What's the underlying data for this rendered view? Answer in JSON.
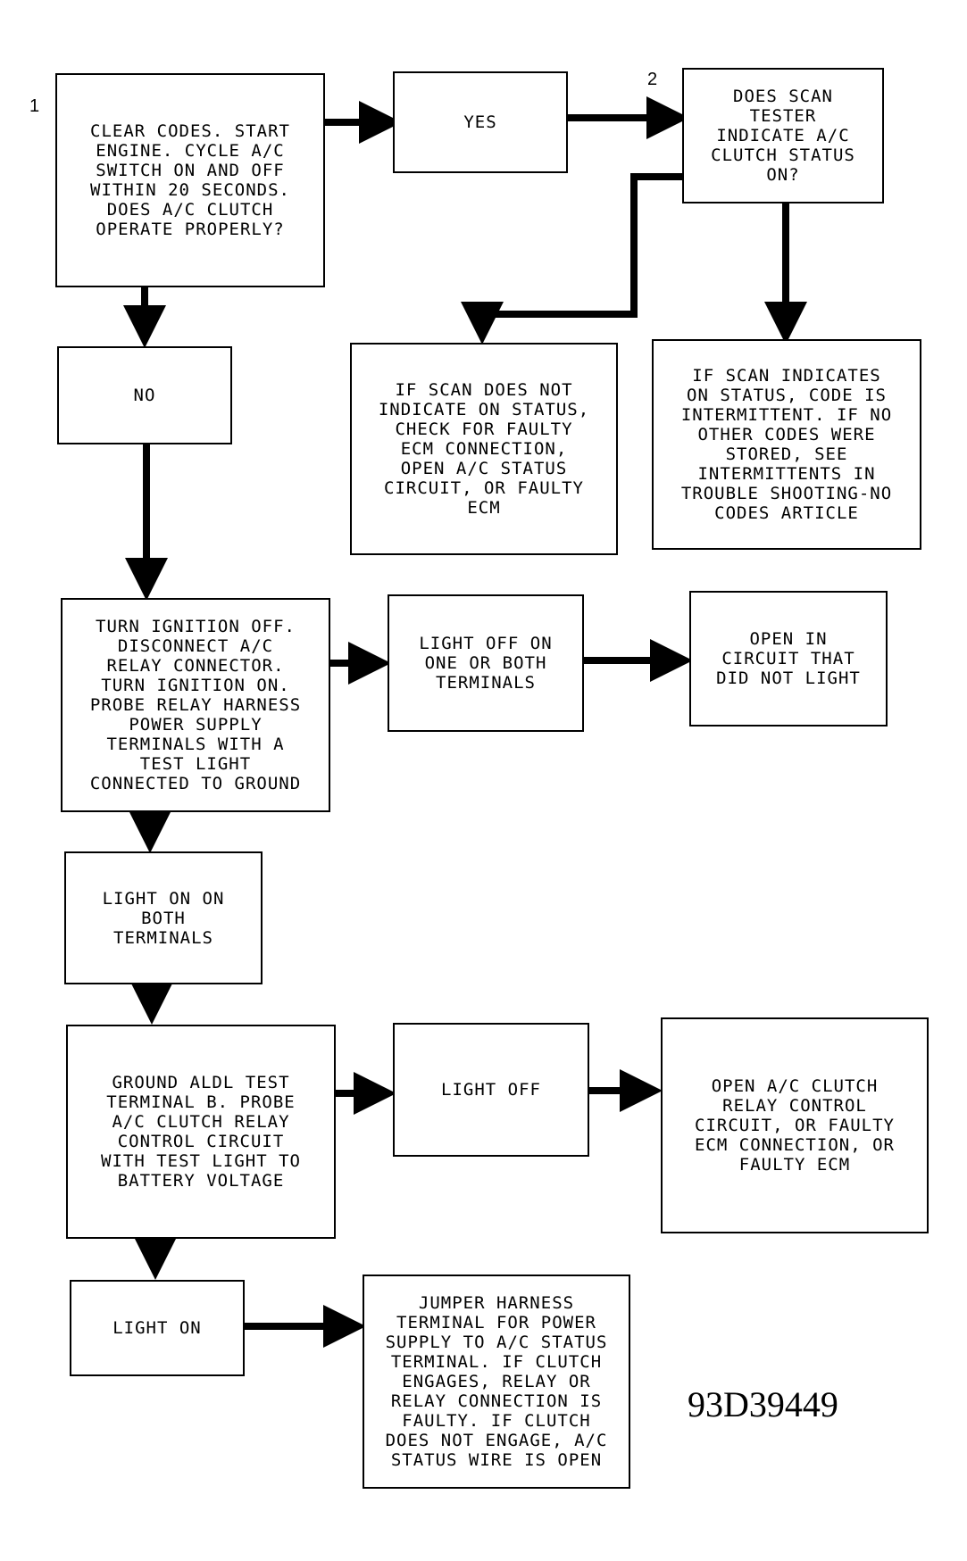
{
  "steps": {
    "s1": "1",
    "s2": "2"
  },
  "boxes": {
    "b1": "CLEAR CODES. START\nENGINE. CYCLE A/C\nSWITCH ON AND OFF\nWITHIN 20 SECONDS.\nDOES A/C CLUTCH\nOPERATE PROPERLY?",
    "yes": "YES",
    "b2": "DOES SCAN\nTESTER\nINDICATE A/C\nCLUTCH STATUS\nON?",
    "no": "NO",
    "scan_not_on": "IF SCAN DOES NOT\nINDICATE ON STATUS,\nCHECK FOR FAULTY\nECM CONNECTION,\nOPEN A/C STATUS\nCIRCUIT, OR FAULTY\nECM",
    "scan_on": "IF SCAN INDICATES\nON STATUS, CODE IS\nINTERMITTENT. IF NO\nOTHER CODES WERE\nSTORED, SEE\nINTERMITTENTS IN\nTROUBLE SHOOTING-NO\nCODES ARTICLE",
    "ignition": "TURN IGNITION OFF.\nDISCONNECT A/C\nRELAY CONNECTOR.\nTURN IGNITION ON.\nPROBE RELAY HARNESS\nPOWER SUPPLY\nTERMINALS WITH A\nTEST LIGHT\nCONNECTED TO GROUND",
    "light_off_one": "LIGHT OFF ON\nONE OR BOTH\nTERMINALS",
    "open_circuit": "OPEN IN\nCIRCUIT THAT\nDID NOT LIGHT",
    "light_on_both": "LIGHT ON ON\nBOTH\nTERMINALS",
    "ground_aldl": "GROUND ALDL TEST\nTERMINAL B. PROBE\nA/C CLUTCH RELAY\nCONTROL CIRCUIT\nWITH TEST LIGHT TO\nBATTERY VOLTAGE",
    "light_off": "LIGHT OFF",
    "open_relay": "OPEN A/C CLUTCH\nRELAY CONTROL\nCIRCUIT, OR FAULTY\nECM CONNECTION, OR\nFAULTY ECM",
    "light_on": "LIGHT ON",
    "jumper": "JUMPER HARNESS\nTERMINAL FOR POWER\nSUPPLY TO A/C STATUS\nTERMINAL. IF CLUTCH\nENGAGES, RELAY OR\nRELAY CONNECTION IS\nFAULTY. IF CLUTCH\nDOES NOT ENGAGE, A/C\nSTATUS WIRE IS OPEN"
  },
  "figure_id": "93D39449",
  "colors": {
    "line": "#000000",
    "background": "#ffffff"
  }
}
